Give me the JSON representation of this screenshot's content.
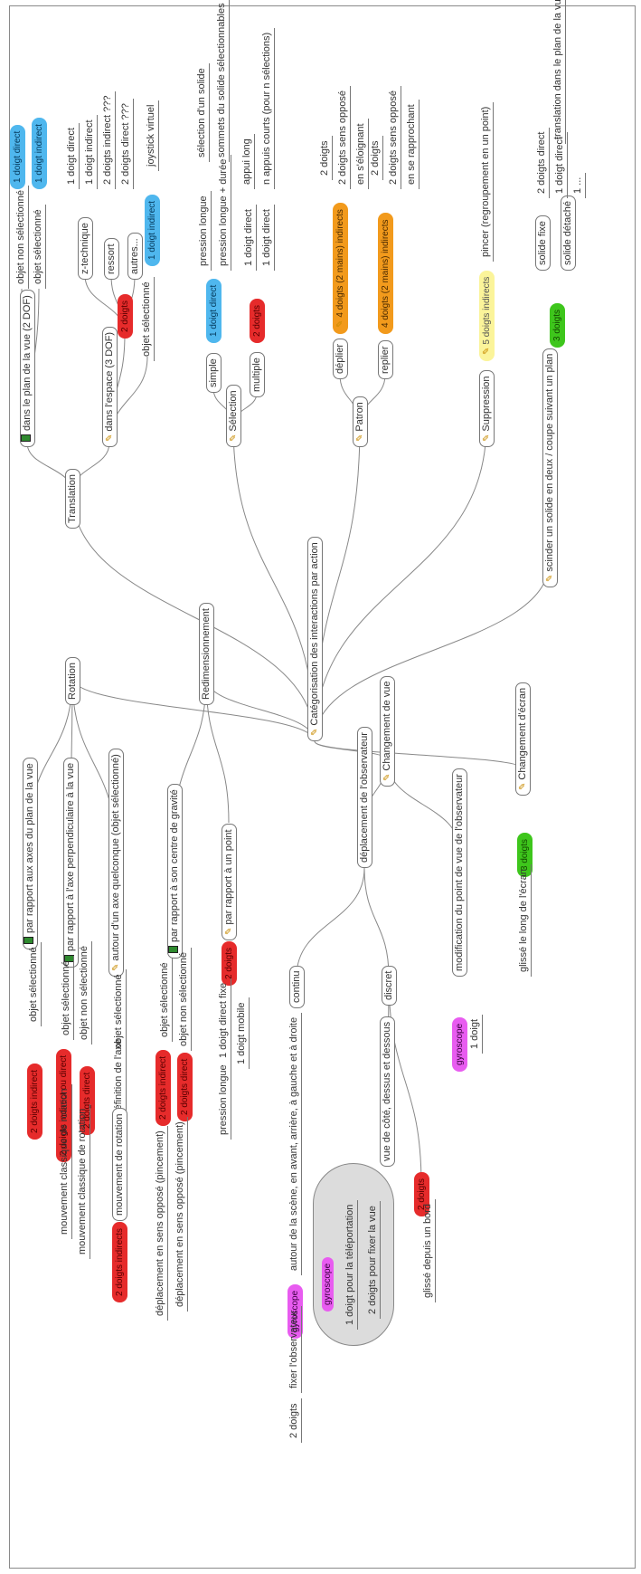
{
  "diagram": {
    "root": "Catégorisation des interactions par action",
    "translation": {
      "label": "Translation",
      "plan_vue": "dans le plan de la vue (2 DOF)",
      "obj_non_sel": "objet non sélectionné",
      "obj_sel": "objet sélectionné",
      "un_doigt_direct": "1 doigt direct",
      "un_doigt_indirect": "1 doigt indirect",
      "espace": "dans l'espace (3 DOF)",
      "deux_doigts": "2 doigts",
      "z_technique": "z-technique",
      "ressort": "ressort",
      "autres": "autres...",
      "z1": "1 doigt direct",
      "z2": "1 doigt indirect",
      "r1": "2 doigts indirect ???",
      "r2": "2 doigts direct ???",
      "obj_sel2": "objet sélectionné",
      "joystick_doigt": "1 doigt indirect",
      "joystick": "joystick virtuel"
    },
    "selection": {
      "label": "Sélection",
      "simple": "simple",
      "multiple": "multiple",
      "un_doigt": "1 doigt direct",
      "deux_doigts": "2 doigts",
      "pression_longue": "pression longue",
      "pression_duree": "pression longue + durée",
      "sel_solide": "sélection d'un solide",
      "sommets": "sommets du solide sélectionnables",
      "m1": "1 doigt direct",
      "m2": "1 doigt direct",
      "appui_long": "appui long",
      "appuis_courts": "n appuis courts (pour n sélections)"
    },
    "patron": {
      "label": "Patron",
      "deplier": "déplier",
      "replier": "replier",
      "quatre_doigts": "4 doigts (2 mains) indirects",
      "quatre_doigts2": "4 doigts (2 mains) indirects",
      "d1": "2 doigts",
      "d2": "2 doigts sens opposé",
      "d3": "en s'éloignant",
      "r1": "2 doigts",
      "r2": "2 doigts sens opposé",
      "r3": "en se rapprochant"
    },
    "suppression": {
      "label": "Suppression",
      "cinq_doigts": "5 doigts indirects",
      "pincer": "pincer (regroupement en un point)"
    },
    "scinder": {
      "label": "scinder un solide en deux / coupe suivant un plan",
      "trois_doigts": "3 doigts",
      "solide_fixe": "solide fixe",
      "solide_detache": "solide détaché",
      "deux_doigts_direct": "2 doigts direct",
      "translation_plan": "translation dans le plan de la vue",
      "un_doigt_direct": "1 doigt direct",
      "extra": "1 ..."
    },
    "rotation": {
      "label": "Rotation",
      "axes_plan": "par rapport aux axes du plan de la vue",
      "axe_perp": "par rapport à l'axe perpendiculaire à la vue",
      "axe_quelconque": "autour d'un axe quelconque (objet sélectionné)",
      "obj_sel_a": "objet sélectionné",
      "obj_sel_b": "objet sélectionné",
      "obj_non_sel": "objet non sélectionné",
      "obj_sel_c": "objet sélectionné",
      "def_axe": "définition de l'axe",
      "mvt_rotation": "mouvement de rotation",
      "deux_doigts_indirect": "2 doigts indirect",
      "deux_doigts_ind_direct": "2 doigts indirect ou direct",
      "deux_doigts_direct": "2 doigts direct",
      "deux_doigts_indirects": "2 doigts indirects",
      "mvt_classique": "mouvement classique de rotation",
      "mvt_classique2": "mouvement classique de rotation"
    },
    "redim": {
      "label": "Redimensionnement",
      "centre_gravite": "par rapport à son centre de gravité",
      "point": "par rapport à un point",
      "obj_sel": "objet sélectionné",
      "obj_non_sel": "objet non sélectionné",
      "deux_doigts_indirect": "2 doigts indirect",
      "deux_doigts_direct": "2 doigts direct",
      "depl_1": "déplacement en sens opposé (pincement)",
      "depl_2": "déplacement en sens opposé (pincement)",
      "deux_doigts": "2 doigts",
      "fixe": "1 doigt direct fixe",
      "mobile": "1 doigt mobile",
      "pression_longue": "pression longue"
    },
    "vue": {
      "label": "Changement de vue",
      "depl_obs": "déplacement de l'observateur",
      "modif_pov": "modification du point de vue de l'observateur",
      "continu": "continu",
      "discret": "discret",
      "autour": "autour de la scène, en avant, arrière, à gauche et à droite",
      "gyroscope": "gyroscope",
      "fixer": "fixer l'observateur",
      "deux_doigts": "2 doigts",
      "vue_cote": "vue de côté, dessus et dessous",
      "cloud_title": "gyroscope",
      "tele": "1 doigt pour la téléportation",
      "fixer_vue": "2 doigts pour fixer la vue",
      "deux_doigts_red": "2 doigts",
      "glisse_bord": "glissé depuis un bord",
      "gyro2": "gyroscope",
      "un_doigt": "1 doigt"
    },
    "ecran": {
      "label": "Changement d'écran",
      "trois_doigts": "3 doigts",
      "glisse": "glissé le long de l'écran"
    }
  },
  "colors": {
    "red": "#e62b2b",
    "blue": "#4fb7ee",
    "orange": "#f29a1c",
    "yellow": "#fbf49a",
    "green": "#3ec61c",
    "magenta": "#e85cf0"
  }
}
